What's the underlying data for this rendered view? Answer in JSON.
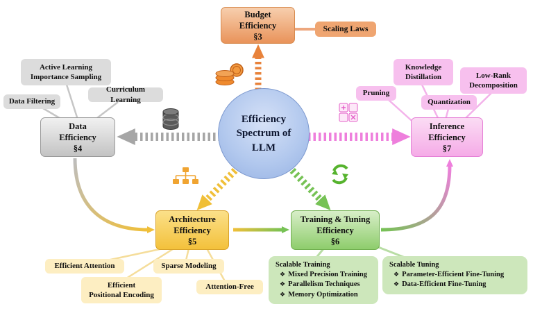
{
  "center": {
    "label": "Efficiency\nSpectrum of\nLLM"
  },
  "nodes": {
    "budget": {
      "label": "Budget\nEfficiency",
      "section": "§3"
    },
    "data": {
      "label": "Data\nEfficiency",
      "section": "§4"
    },
    "architecture": {
      "label": "Architecture\nEfficiency",
      "section": "§5"
    },
    "training": {
      "label": "Training & Tuning\nEfficiency",
      "section": "§6"
    },
    "inference": {
      "label": "Inference\nEfficiency",
      "section": "§7"
    }
  },
  "satellites": {
    "scaling_laws": "Scaling Laws",
    "active_learning": "Active Learning\nImportance Sampling",
    "data_filtering": "Data Filtering",
    "curriculum_learning": "Curriculum Learning",
    "knowledge_distillation": "Knowledge\nDistillation",
    "low_rank": "Low-Rank\nDecomposition",
    "pruning": "Pruning",
    "quantization": "Quantization",
    "efficient_attention": "Efficient Attention",
    "sparse_modeling": "Sparse Modeling",
    "efficient_positional_encoding": "Efficient\nPositional Encoding",
    "attention_free": "Attention-Free"
  },
  "details": {
    "scalable_training": {
      "title": "Scalable Training",
      "items": [
        "Mixed Precision Training",
        "Parallelism Techniques",
        "Memory Optimization"
      ]
    },
    "scalable_tuning": {
      "title": "Scalable Tuning",
      "items": [
        "Parameter-Efficient Fine-Tuning",
        "Data-Efficient Fine-Tuning"
      ]
    }
  },
  "glyphs": {
    "bullet": "❖"
  },
  "colors": {
    "budget": "#E8823A",
    "data": "#A6A6A6",
    "inference": "#EE7FDC",
    "architecture": "#F0BF38",
    "training": "#76C255",
    "center": "#AFC6EC"
  }
}
